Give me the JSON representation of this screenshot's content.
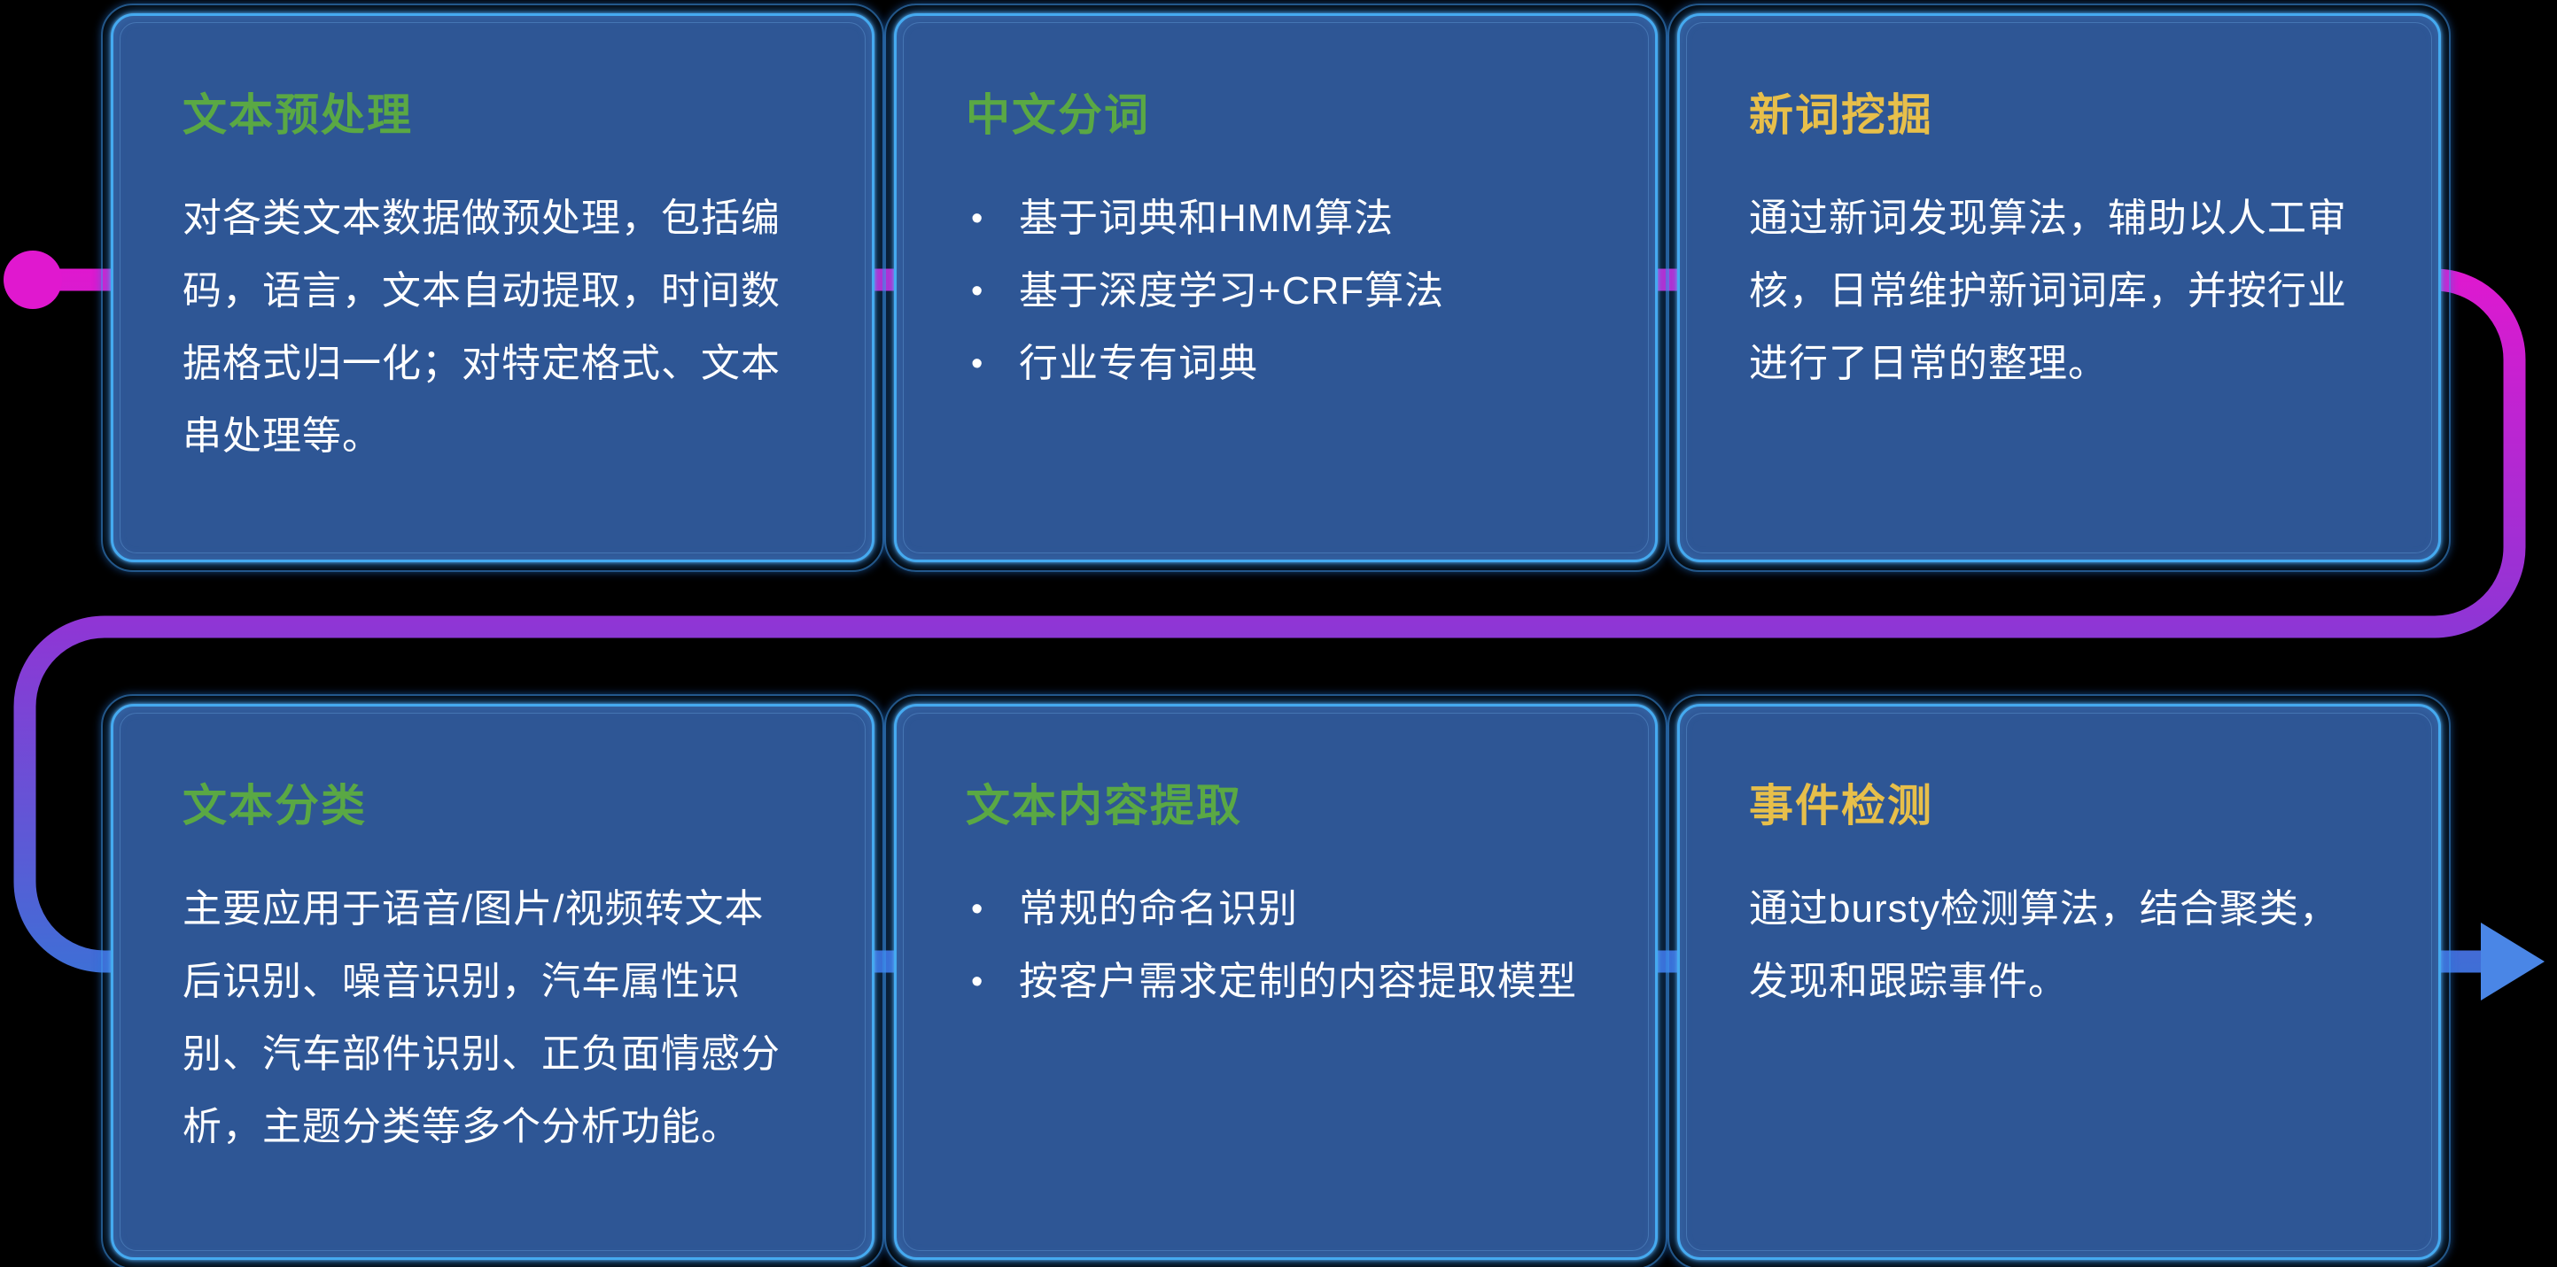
{
  "canvas": {
    "background": "#000000"
  },
  "colors": {
    "card_bg": "#2e5695",
    "card_border": "#45aaf0",
    "title_green": "#5aa844",
    "title_yellow": "#e7bf4a",
    "body_text": "#ffffff"
  },
  "flow": {
    "gradient": [
      "#e018cf",
      "#9035d5",
      "#3e6fd6"
    ],
    "dot_color": "#e018cf",
    "arrow_color": "#4a86e6"
  },
  "cards": [
    {
      "id": "text-preprocessing",
      "title": "文本预处理",
      "title_style": "green",
      "type": "paragraph",
      "body": "对各类文本数据做预处理，包括编码，语言，文本自动提取，时间数据格式归一化；对特定格式、文本串处理等。"
    },
    {
      "id": "chinese-word-segmentation",
      "title": "中文分词",
      "title_style": "green",
      "type": "bullets",
      "bullets": [
        "基于词典和HMM算法",
        "基于深度学习+CRF算法",
        "行业专有词典"
      ]
    },
    {
      "id": "new-word-mining",
      "title": "新词挖掘",
      "title_style": "yellow",
      "type": "paragraph",
      "body": "通过新词发现算法，辅助以人工审核，日常维护新词词库，并按行业进行了日常的整理。"
    },
    {
      "id": "text-classification",
      "title": "文本分类",
      "title_style": "green",
      "type": "paragraph",
      "body": "主要应用于语音/图片/视频转文本后识别、噪音识别，汽车属性识别、汽车部件识别、正负面情感分析，主题分类等多个分析功能。"
    },
    {
      "id": "text-content-extraction",
      "title": "文本内容提取",
      "title_style": "green",
      "type": "bullets",
      "bullets": [
        "常规的命名识别",
        "按客户需求定制的内容提取模型"
      ]
    },
    {
      "id": "event-detection",
      "title": "事件检测",
      "title_style": "yellow",
      "type": "paragraph",
      "body": "通过bursty检测算法，结合聚类，发现和跟踪事件。"
    }
  ]
}
